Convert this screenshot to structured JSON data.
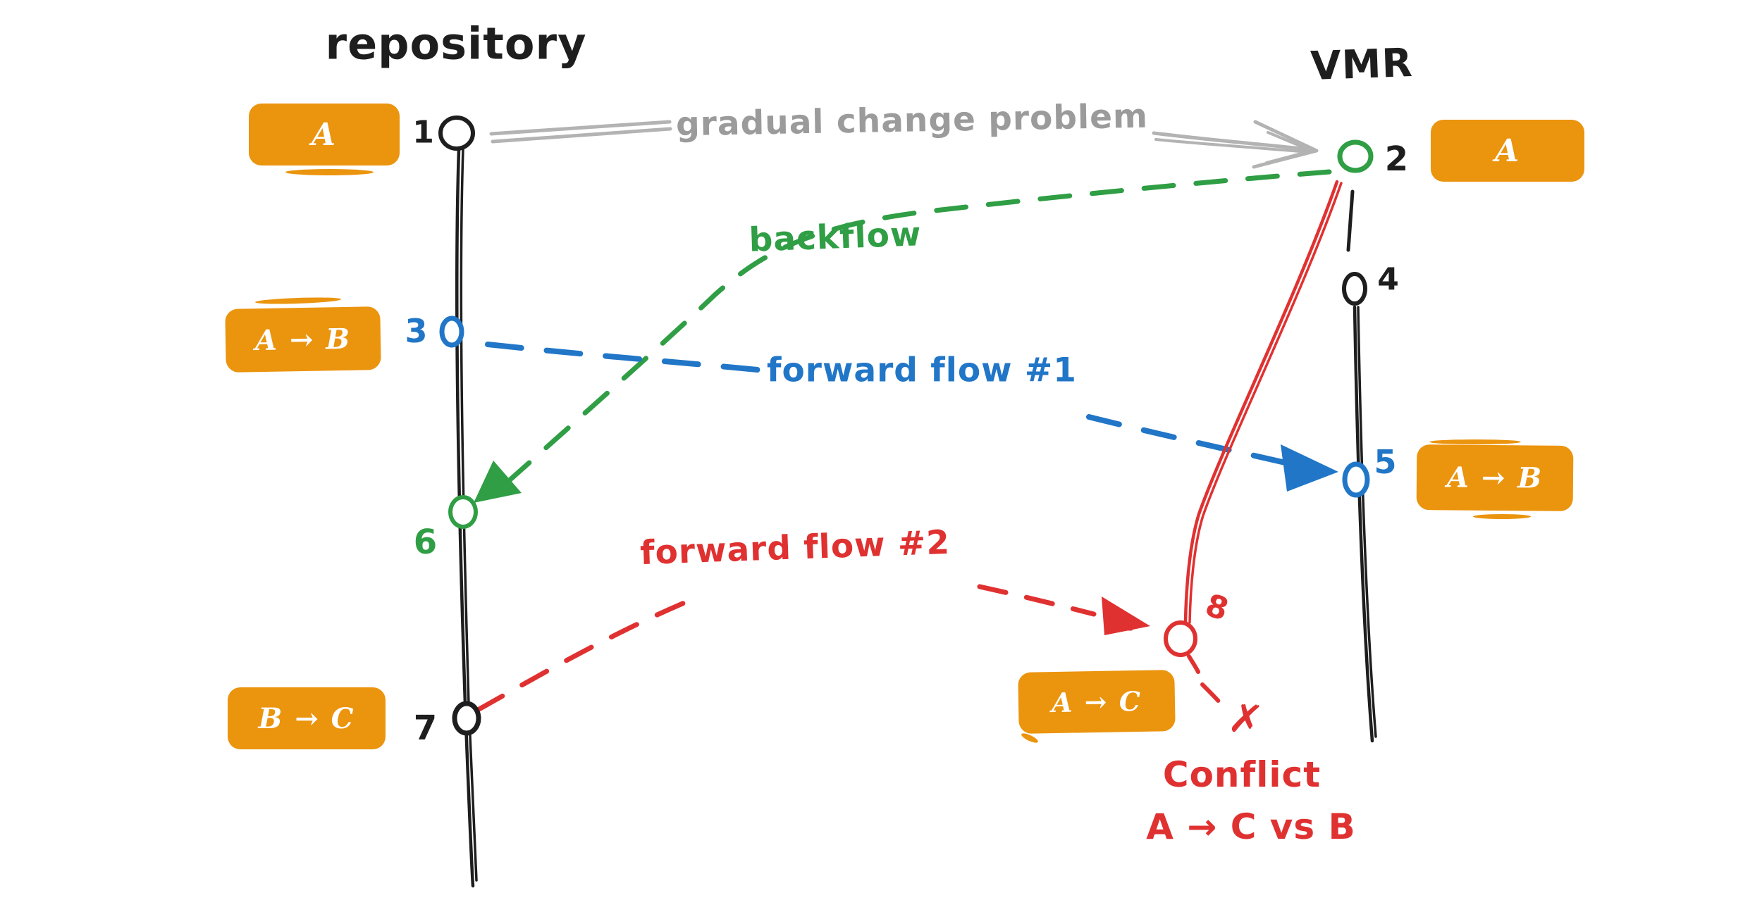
{
  "colors": {
    "orange": "#EB940E",
    "green": "#2F9E44",
    "blue": "#2176C7",
    "red": "#E03131",
    "gray": "#9B9B9B",
    "grayline": "#B3B3B3",
    "ink": "#1E1E1E"
  },
  "columns": {
    "repository": {
      "title": "repository"
    },
    "vmr": {
      "title": "VMR"
    }
  },
  "flows": {
    "gradual": {
      "label": "gradual change problem"
    },
    "backflow": {
      "label": "backflow"
    },
    "forward1": {
      "label": "forward flow #1"
    },
    "forward2": {
      "label": "forward flow #2"
    }
  },
  "conflict": {
    "x_mark": "✗",
    "line1": "Conflict",
    "line2": "A → C vs B"
  },
  "badges": {
    "repo_a": "A",
    "repo_ab": "A → B",
    "repo_bc": "B → C",
    "vmr_a": "A",
    "vmr_ab": "A → B",
    "vmr_ac": "A → C"
  },
  "commits": {
    "c1": "1",
    "c2": "2",
    "c3": "3",
    "c4": "4",
    "c5": "5",
    "c6": "6",
    "c7": "7",
    "c8": "8"
  }
}
